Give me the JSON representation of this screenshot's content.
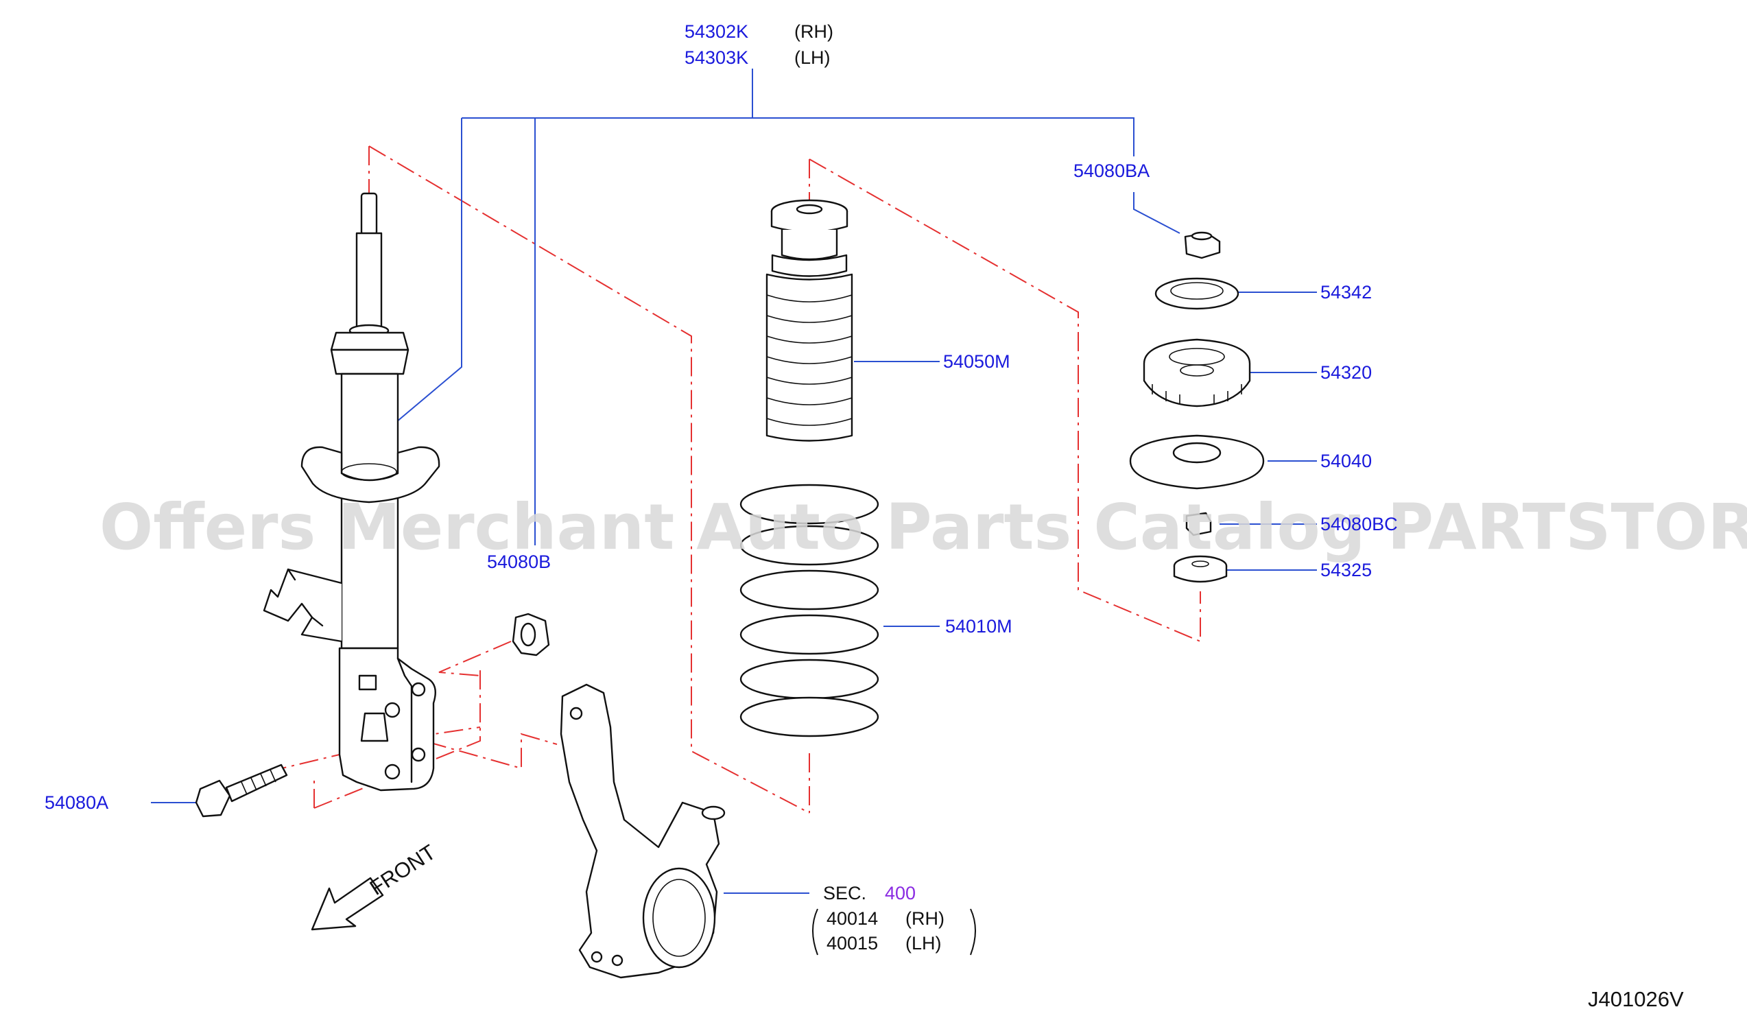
{
  "callouts": {
    "strut_rh": "54302K",
    "strut_rh_side": "(RH)",
    "strut_lh": "54303K",
    "strut_lh_side": "(LH)",
    "nut_top": "54080BA",
    "seat_upper": "54342",
    "mount": "54320",
    "bound_bumper": "54050M",
    "bearing": "54040",
    "bushing_label": "54080BC",
    "washer": "54325",
    "nut_lower": "54080B",
    "spring": "54010M",
    "bolt": "54080A",
    "sec_label": "SEC.",
    "sec_number": "400",
    "knuckle_rh": "40014",
    "knuckle_rh_side": "(RH)",
    "knuckle_lh": "40015",
    "knuckle_lh_side": "(LH)"
  },
  "front_label": "FRONT",
  "watermark": "Offers Merchant Auto Parts Catalog PARTSTORE.SA",
  "diagram_id": "J401026V",
  "colors": {
    "callout": "#1a1adc",
    "section_ref": "#8a2be2",
    "leader": "#2a4fd1",
    "dash": "#e53030",
    "watermark": "#d9d9d9"
  }
}
